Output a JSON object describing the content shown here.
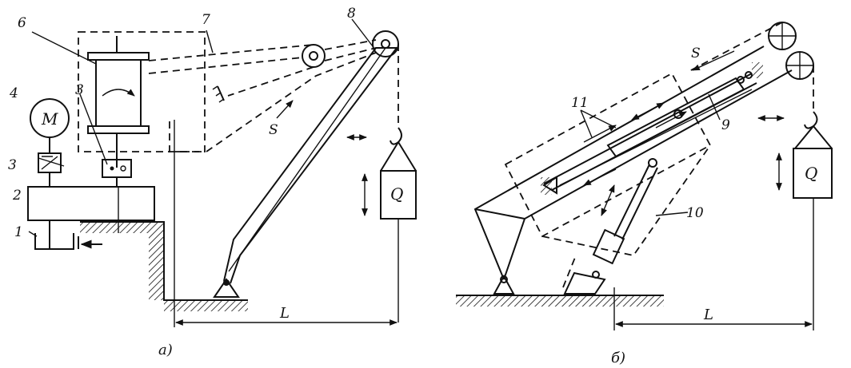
{
  "figure_a": {
    "caption": "а)",
    "labels": {
      "l1": "1",
      "l2": "2",
      "l3a": "3",
      "l3b": "3",
      "l4": "4",
      "l6": "6",
      "l7": "7",
      "l8": "8",
      "motor": "M",
      "force": "S",
      "load": "Q",
      "reach": "L"
    }
  },
  "figure_b": {
    "caption": "б)",
    "labels": {
      "l9": "9",
      "l10": "10",
      "l11": "11",
      "force": "S",
      "load": "Q",
      "reach": "L"
    }
  },
  "colors": {
    "ink": "#111111",
    "paper": "#ffffff"
  }
}
